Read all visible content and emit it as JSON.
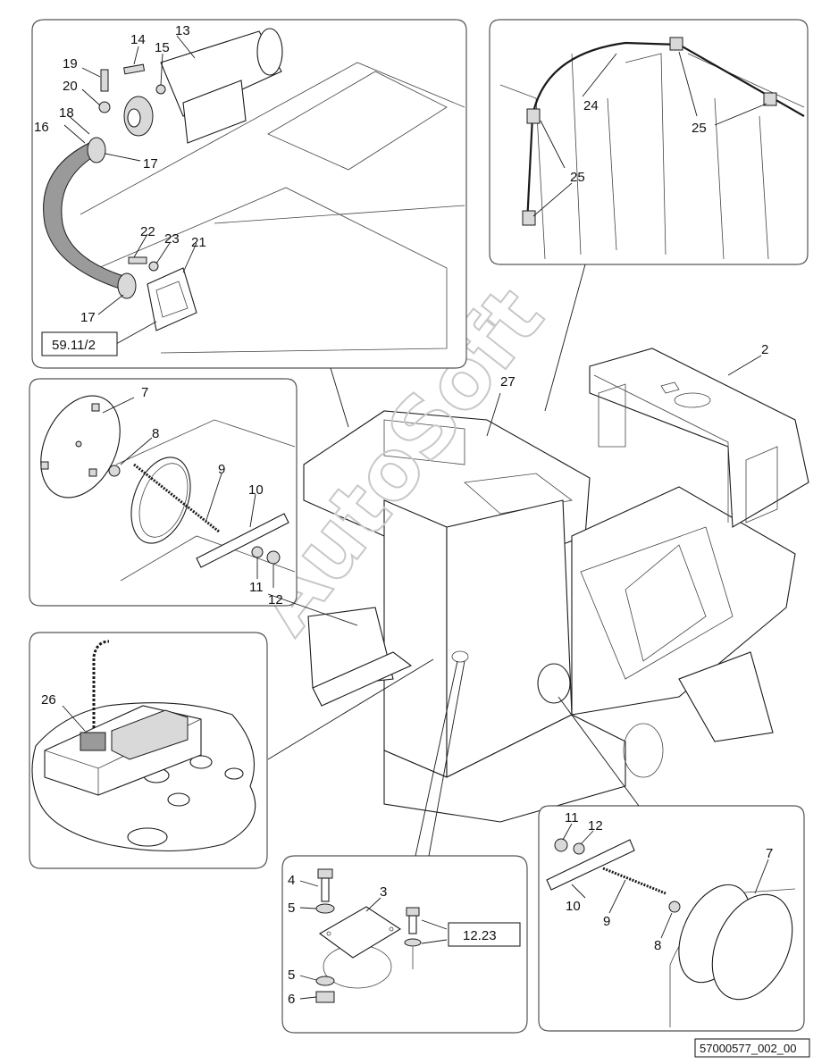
{
  "watermark": "AutoSoft",
  "drawing_code": "57000577_002_00",
  "references": {
    "ref_59_11_2": "59.11/2",
    "ref_12_23": "12.23"
  },
  "labels": {
    "p2": "2",
    "p27": "27",
    "p13": "13",
    "p14": "14",
    "p15": "15",
    "p16": "16",
    "p17a": "17",
    "p17b": "17",
    "p18": "18",
    "p19": "19",
    "p20": "20",
    "p21": "21",
    "p22": "22",
    "p23": "23",
    "p24": "24",
    "p25a": "25",
    "p25b": "25",
    "p7a": "7",
    "p8a": "8",
    "p9a": "9",
    "p10a": "10",
    "p11a": "11",
    "p12a": "12",
    "p26": "26",
    "p4a": "4",
    "p5a": "5",
    "p3": "3",
    "p5b": "5",
    "p6": "6",
    "p11b": "11",
    "p12b": "12",
    "p10b": "10",
    "p9b": "9",
    "p8b": "8",
    "p7b": "7"
  }
}
